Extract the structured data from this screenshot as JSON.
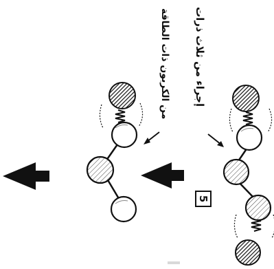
{
  "labels": {
    "left_molecule_caption": "إجراء من ثلاث ذرات",
    "middle_caption": "من الكربون ذات الطاقة"
  },
  "step_number": "5",
  "colors": {
    "ink": "#111111",
    "ball_fill": "#ffffff"
  }
}
